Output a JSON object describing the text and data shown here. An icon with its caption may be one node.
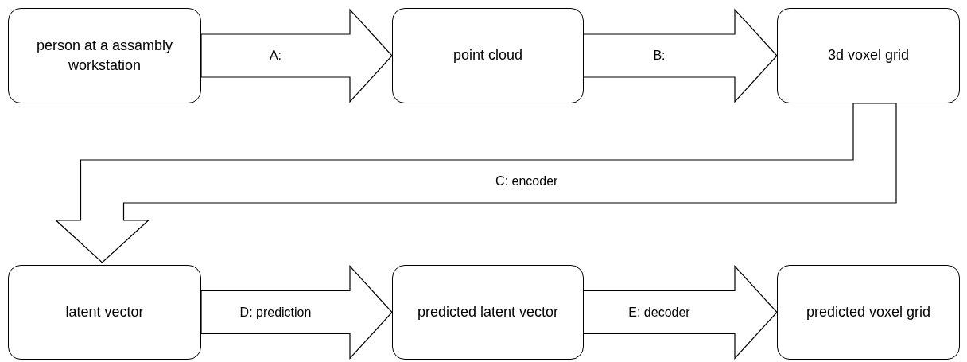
{
  "diagram": {
    "nodes": [
      {
        "text": [
          "person at a assambly workstation"
        ]
      },
      {
        "text": [
          "point cloud"
        ]
      },
      {
        "text": [
          "3d voxel grid"
        ]
      },
      {
        "text": [
          "latent vector"
        ]
      },
      {
        "text": [
          "predicted latent vector"
        ]
      },
      {
        "text": [
          "predicted voxel grid"
        ]
      }
    ],
    "edges": [
      {
        "from": 0,
        "to": 1,
        "arrow": "to",
        "label": "A:"
      },
      {
        "from": 1,
        "to": 2,
        "arrow": "to",
        "label": "B:"
      },
      {
        "from": 2,
        "to": 3,
        "arrow": "to",
        "label": "C: encoder"
      },
      {
        "from": 3,
        "to": 4,
        "arrow": "to",
        "label": "D: prediction"
      },
      {
        "from": 4,
        "to": 5,
        "arrow": "to",
        "label": "E: decoder"
      }
    ]
  }
}
